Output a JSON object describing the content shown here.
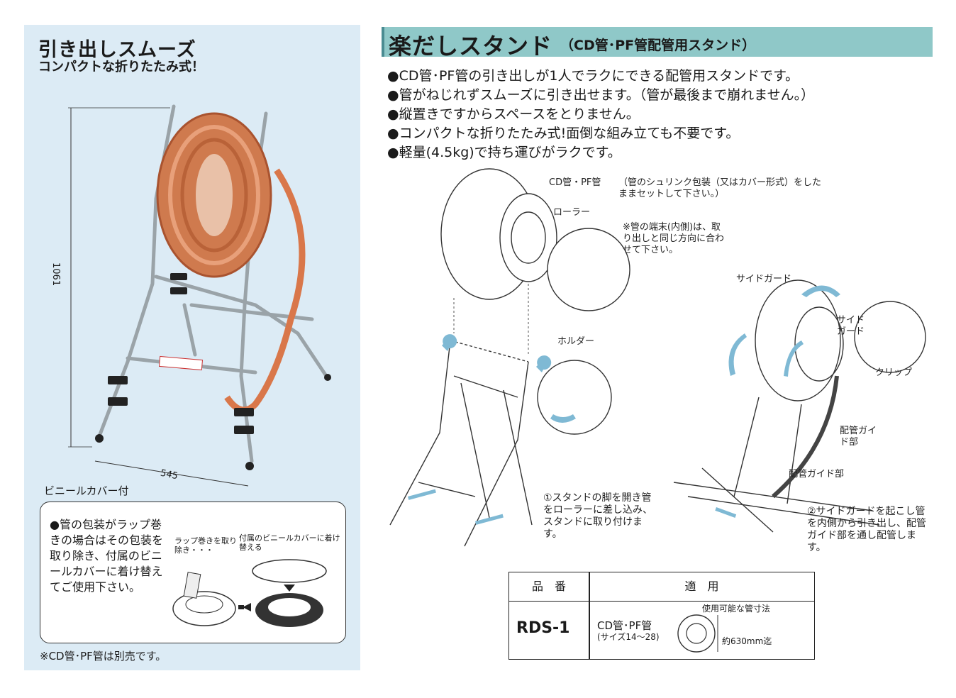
{
  "left": {
    "title": "引き出しスムーズ",
    "subtitle": "コンパクトな折りたたみ式！",
    "dim_height": "1061",
    "dim_width": "545",
    "vinyl_note": "ビニールカバー付",
    "wrap_note": "●管の包装がラップ巻きの場合はその包装を取り除き、付属のビニールカバーに着け替えてご使用下さい。",
    "wrap_label_1": "ラップ巻きを取り除き・・・",
    "wrap_label_2": "付属のビニールカバーに着け替える",
    "sold_separately": "※CD管･PF管は別売です。"
  },
  "header": {
    "title": "楽だしスタンド",
    "subtitle": "（CD管･PF管配管用スタンド）"
  },
  "features": [
    "●CD管･PF管の引き出しが1人でラクにできる配管用スタンドです。",
    "●管がねじれずスムーズに引き出せます。（管が最後まで崩れません。）",
    "●縦置きですからスペースをとりません。",
    "●コンパクトな折りたたみ式!面倒な組み立ても不要です。",
    "●軽量(4.5kg)で持ち運びがラクです。"
  ],
  "diagram_labels": {
    "cd_pf": "CD管・PF管",
    "shrink": "（管のシュリンク包装（又はカバー形式）をしたままセットして下さい。）",
    "roller": "ローラー",
    "end_note": "※管の端末(内側)は、取り出しと同じ方向に合わせて下さい。",
    "holder": "ホルダー",
    "side_guard": "サイドガード",
    "side_guard_2": "サイドガード",
    "clip": "クリップ",
    "pipe_guide": "配管ガイド部",
    "pipe_guide_2": "配管ガイド部",
    "step1": "①スタンドの脚を開き管をローラーに差し込み、スタンドに取り付けます。",
    "step2": "②サイドガードを起こし管を内側から引き出し、配管ガイド部を通し配管します。"
  },
  "spec_table": {
    "col1_header": "品　番",
    "col2_header": "適　用",
    "model": "RDS-1",
    "applies": "CD管･PF管",
    "size": "(サイズ14〜28)",
    "size_note": "使用可能な管寸法",
    "diameter": "約630mm迄"
  },
  "colors": {
    "left_bg": "#dcebf5",
    "title_bar": "#8fc8c8",
    "hose": "#d9774a",
    "arrow": "#7fb9d4"
  }
}
